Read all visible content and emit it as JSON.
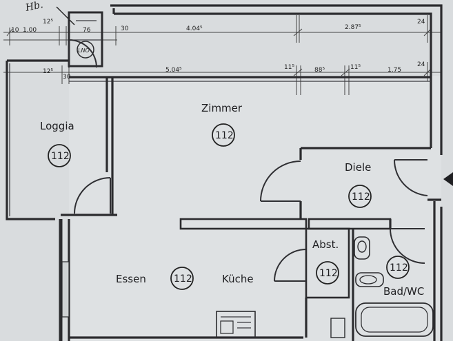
{
  "rooms": {
    "zimmer": {
      "label": "Zimmer",
      "number": "112"
    },
    "loggia": {
      "label": "Loggia",
      "number": "112"
    },
    "diele": {
      "label": "Diele",
      "number": "112"
    },
    "essen": {
      "label": "Essen",
      "number": "112"
    },
    "kueche": {
      "label": "Küche"
    },
    "abst": {
      "label": "Abst.",
      "number": "112"
    },
    "bad": {
      "label": "Bad/WC",
      "number": "112"
    }
  },
  "dimensions": {
    "top": [
      "10",
      "1.00",
      "12⁵",
      "76",
      "30",
      "4.04⁵",
      "2.87⁵",
      "24"
    ],
    "second": [
      "12⁵",
      "30",
      "5.04⁵",
      "11⁵",
      "88⁵",
      "11⁵",
      "1.75",
      "24"
    ]
  },
  "annotations": {
    "top_left_mark": "Hb.",
    "shaft_mark": "LNO"
  }
}
